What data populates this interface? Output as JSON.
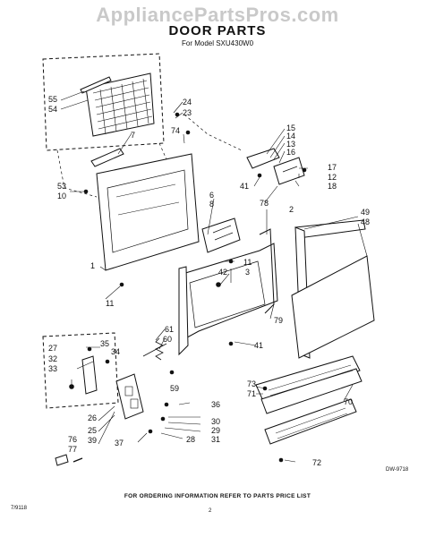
{
  "watermark": "AppliancePartsPros.com",
  "title": "DOOR PARTS",
  "subtitle": "For Model SXU430W0",
  "callouts": {
    "c55": "55",
    "c54": "54",
    "c7": "7",
    "c53": "53",
    "c10": "10",
    "c1": "1",
    "c11a": "11",
    "c24": "24",
    "c23": "23",
    "c74": "74",
    "c15": "15",
    "c14": "14",
    "c13": "13",
    "c16": "16",
    "c17": "17",
    "c12": "12",
    "c18": "18",
    "c41a": "41",
    "c78": "78",
    "c6": "6",
    "c8": "8",
    "c11b": "11",
    "c42": "42",
    "c3": "3",
    "c2": "2",
    "c49": "49",
    "c48": "48",
    "c79": "79",
    "c41b": "41",
    "c61": "61",
    "c60": "60",
    "c27": "27",
    "c35": "35",
    "c34": "34",
    "c32": "32",
    "c33": "33",
    "c26": "26",
    "c25": "25",
    "c39": "39",
    "c59": "59",
    "c36": "36",
    "c30": "30",
    "c29": "29",
    "c31": "31",
    "c28": "28",
    "c37": "37",
    "c73": "73",
    "c71": "71",
    "c70": "70",
    "c76": "76",
    "c77": "77",
    "c72": "72"
  },
  "diagram_code": "DW-9718",
  "footer": "FOR ORDERING INFORMATION REFER TO PARTS PRICE LIST",
  "page_number": "2",
  "doc_code": "7/9118"
}
